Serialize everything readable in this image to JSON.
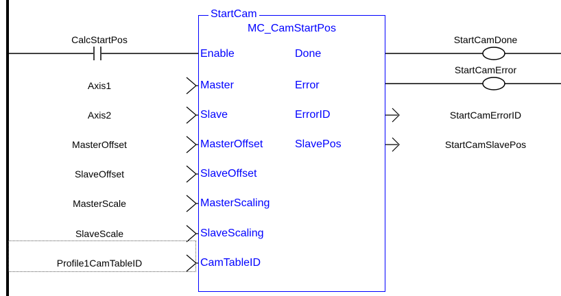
{
  "function_block": {
    "instance_name": "StartCam",
    "type_name": "MC_CamStartPos",
    "accent_color": "#0000ff"
  },
  "inputs": [
    {
      "pin": "Enable",
      "variable": "CalcStartPos",
      "connector": "contact"
    },
    {
      "pin": "Master",
      "variable": "Axis1",
      "connector": "arrow"
    },
    {
      "pin": "Slave",
      "variable": "Axis2",
      "connector": "arrow"
    },
    {
      "pin": "MasterOffset",
      "variable": "MasterOffset",
      "connector": "arrow"
    },
    {
      "pin": "SlaveOffset",
      "variable": "SlaveOffset",
      "connector": "arrow"
    },
    {
      "pin": "MasterScaling",
      "variable": "MasterScale",
      "connector": "arrow"
    },
    {
      "pin": "SlaveScaling",
      "variable": "SlaveScale",
      "connector": "arrow"
    },
    {
      "pin": "CamTableID",
      "variable": "Profile1CamTableID",
      "connector": "arrow",
      "selected": true
    }
  ],
  "outputs": [
    {
      "pin": "Done",
      "variable": "StartCamDone",
      "connector": "coil"
    },
    {
      "pin": "Error",
      "variable": "StartCamError",
      "connector": "coil"
    },
    {
      "pin": "ErrorID",
      "variable": "StartCamErrorID",
      "connector": "arrow"
    },
    {
      "pin": "SlavePos",
      "variable": "StartCamSlavePos",
      "connector": "arrow"
    }
  ]
}
